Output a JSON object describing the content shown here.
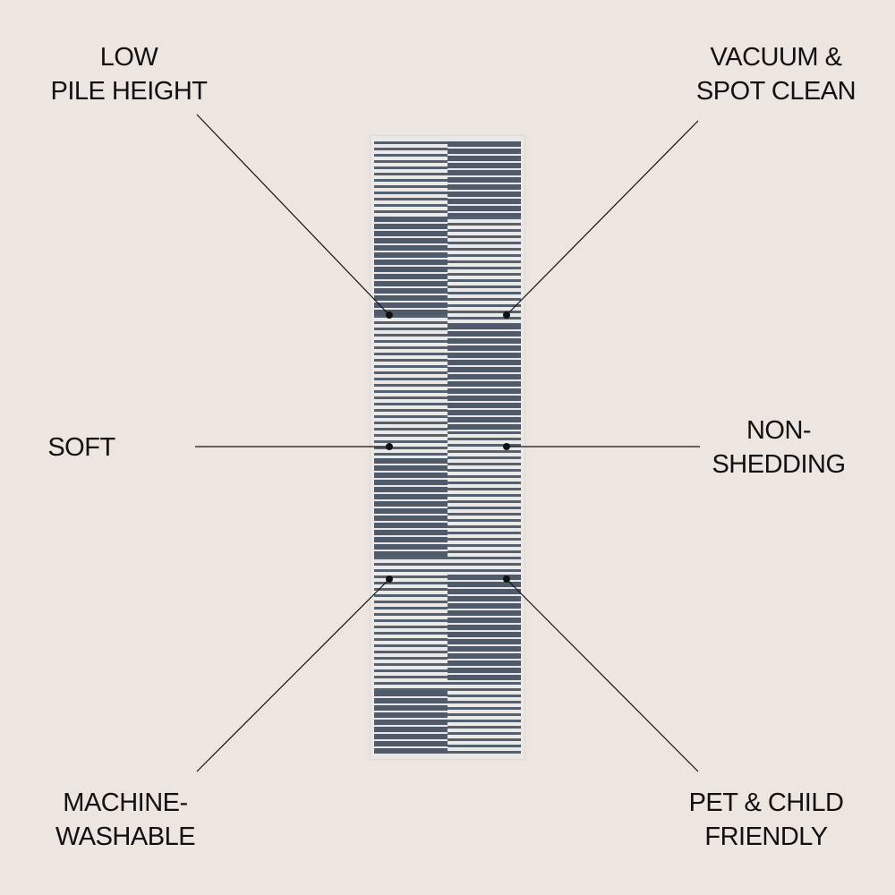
{
  "features": {
    "low_pile": [
      "LOW",
      "PILE HEIGHT"
    ],
    "vacuum": [
      "VACUUM &",
      "SPOT CLEAN"
    ],
    "soft": [
      "SOFT"
    ],
    "non_shedding": [
      "NON-",
      "SHEDDING"
    ],
    "machine_washable": [
      "MACHINE-",
      "WASHABLE"
    ],
    "pet_child": [
      "PET & CHILD",
      "FRIENDLY"
    ]
  },
  "colors": {
    "background": "#ede5e0",
    "rug_dark": "#4f5b6a",
    "rug_light": "#e9e8e6"
  }
}
